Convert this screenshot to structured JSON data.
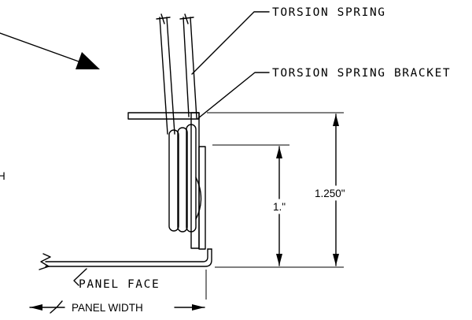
{
  "labels": {
    "torsion_spring": "TORSION SPRING",
    "torsion_spring_bracket": "TORSION SPRING BRACKET",
    "panel_face": "PANEL FACE",
    "panel_width": "PANEL WIDTH",
    "left_cut_letter": "H"
  },
  "dimensions": {
    "outer_height": "1.250\"",
    "inner_height": "1.\""
  }
}
